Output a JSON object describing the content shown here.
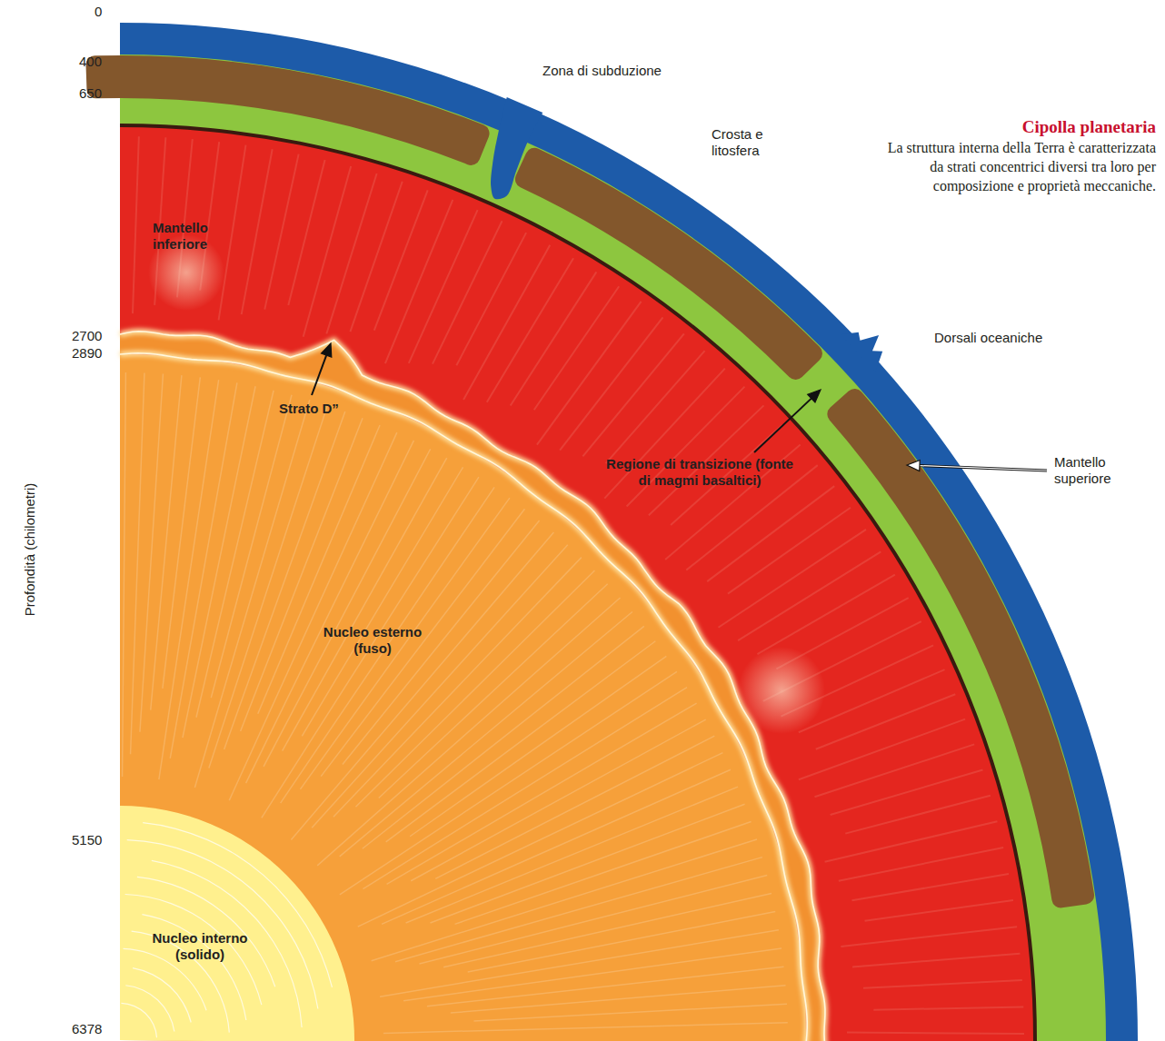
{
  "diagram": {
    "title": "Cipolla planetaria",
    "caption": "La struttura interna della Terra è caratterizzata da strati concentrici diversi tra loro per composizione e proprietà meccaniche.",
    "labels": [
      "0",
      "400",
      "650",
      "2700",
      "2890",
      "5150",
      "6378",
      "Profondità (chilometri)",
      "Zona di subduzione",
      "Crosta e litosfera",
      "Dorsali oceaniche",
      "Mantello superiore",
      "Mantello inferiore",
      "Regione di transizione (fonte di magmi basaltici)",
      "Strato D”",
      "Nucleo esterno (fuso)",
      "Nucleo interno (solido)"
    ]
  }
}
